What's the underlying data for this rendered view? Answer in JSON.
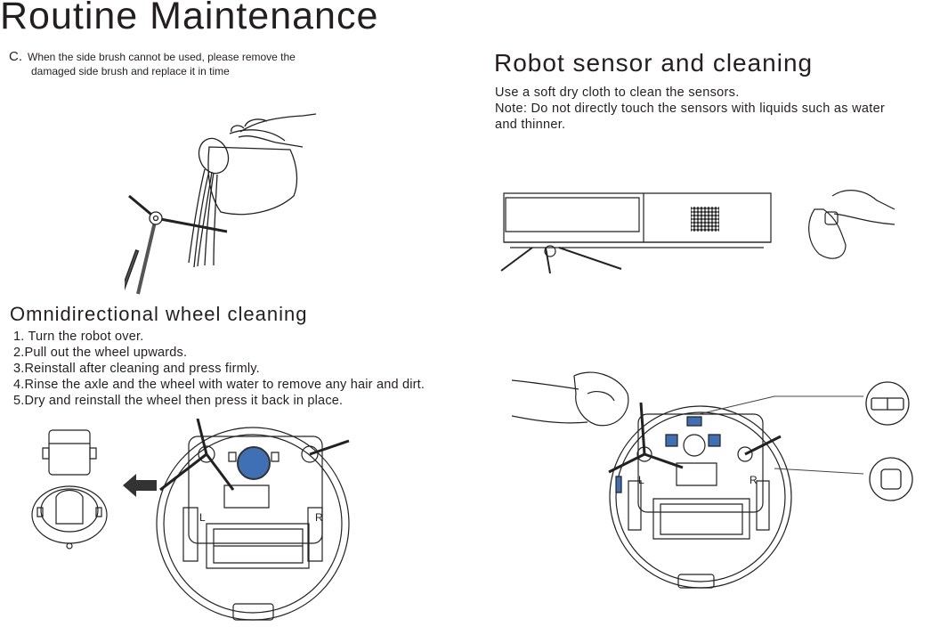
{
  "header": {
    "title": "Routine Maintenance"
  },
  "side_brush_note": {
    "letter": "C.",
    "line1": "When the side brush cannot be used, please remove the",
    "line2": "damaged side brush and replace it in time"
  },
  "sensor_section": {
    "title": "Robot sensor and cleaning",
    "line1": "Use a soft dry cloth to clean the sensors.",
    "line2": "Note: Do not directly touch the sensors with liquids such as water",
    "line3": "and thinner."
  },
  "omni_section": {
    "title": "Omnidirectional wheel cleaning",
    "steps": [
      "1. Turn the robot over.",
      "2.Pull out the wheel upwards.",
      "3.Reinstall  after cleaning and press firmly.",
      "4.Rinse the axle and the wheel with water to remove any hair and dirt.",
      "5.Dry and reinstall the wheel then press it back in place."
    ]
  },
  "robot_labels": {
    "left": "L",
    "right": "R"
  },
  "colors": {
    "text": "#231f20",
    "highlight_blue": "#3f6fb5",
    "line": "#333333"
  }
}
